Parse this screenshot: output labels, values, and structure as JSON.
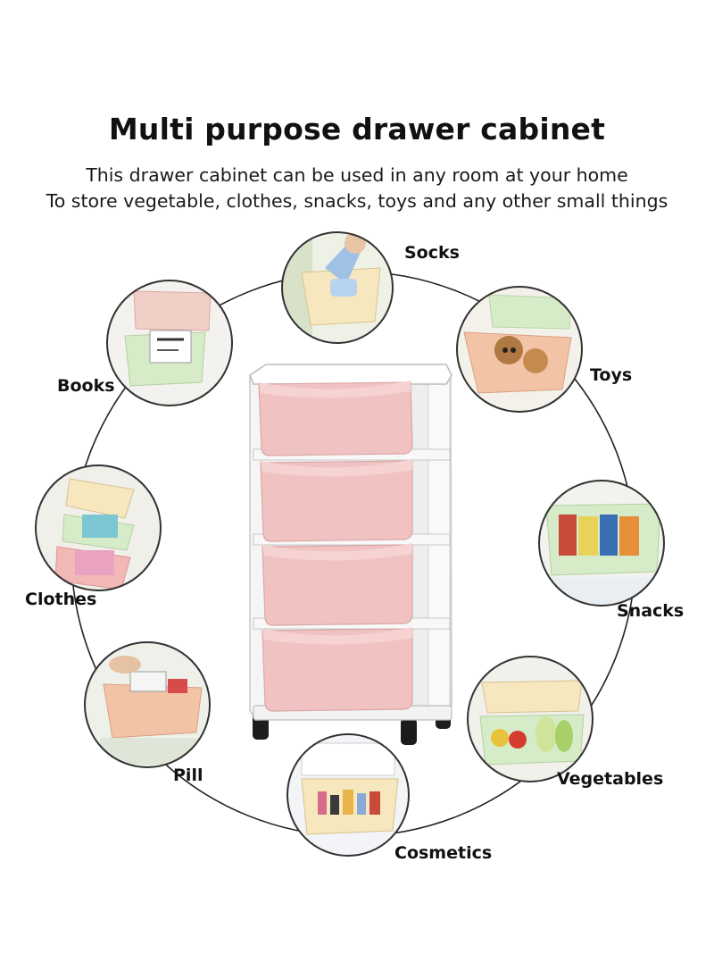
{
  "header": {
    "title": "Multi purpose drawer cabinet",
    "line1": "This drawer cabinet can be used in any room at your home",
    "line2": "To store vegetable, clothes, snacks, toys and any other small things"
  },
  "labels": {
    "socks": "Socks",
    "toys": "Toys",
    "books": "Books",
    "snacks": "Snacks",
    "clothes": "Clothes",
    "vegetables": "Vegetables",
    "pill": "Pill",
    "cosmetics": "Cosmetics"
  },
  "colors": {
    "drawer_pink": "#f0c3c2",
    "frame_white": "#f7f7f7",
    "mint": "#d6ecc9",
    "cream": "#f6e7bf",
    "peach": "#f3c3a6",
    "wheel": "#1c1c1c"
  },
  "drawer_count": 4
}
